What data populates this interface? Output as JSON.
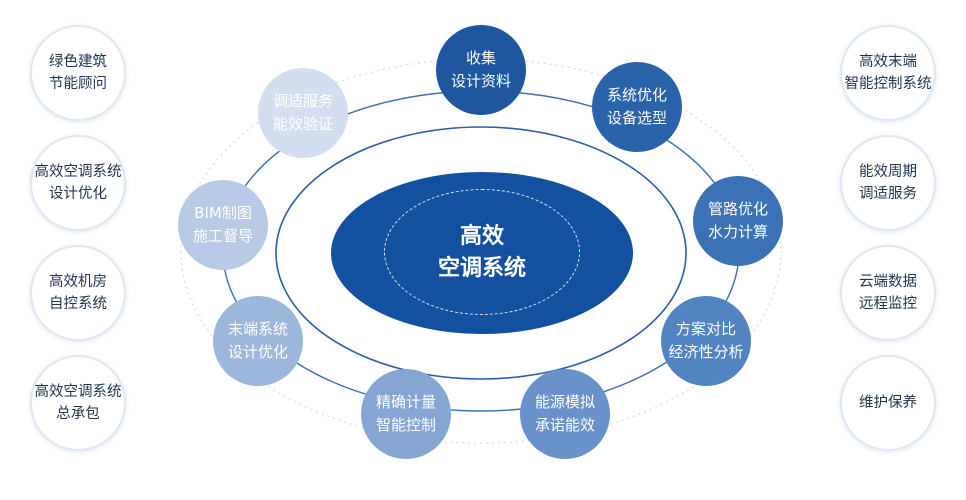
{
  "left_items": [
    {
      "label": "绿色建筑\n节能顾问"
    },
    {
      "label": "高效空调系统\n设计优化"
    },
    {
      "label": "高效机房\n自控系统"
    },
    {
      "label": "高效空调系统\n总承包"
    }
  ],
  "right_items": [
    {
      "label": "高效末端\n智能控制系统"
    },
    {
      "label": "能效周期\n调适服务"
    },
    {
      "label": "云端数据\n远程监控"
    },
    {
      "label": "维护保养"
    }
  ],
  "center_label": "高效\n空调系统",
  "orbit_nodes": [
    {
      "label": "收集\n设计资料",
      "color": "#1e56a0"
    },
    {
      "label": "系统优化\n设备选型",
      "color": "#2a63aa"
    },
    {
      "label": "管路优化\n水力计算",
      "color": "#3b71b5"
    },
    {
      "label": "方案对比\n经济性分析",
      "color": "#5284c2"
    },
    {
      "label": "能源模拟\n承诺能效",
      "color": "#6992cb"
    },
    {
      "label": "精确计量\n智能控制",
      "color": "#85a6d3"
    },
    {
      "label": "末端系统\n设计优化",
      "color": "#9db6dc"
    },
    {
      "label": "BIM制图\n施工督导",
      "color": "#b8cae6"
    },
    {
      "label": "调适服务\n能效验证",
      "color": "#d3dff0"
    }
  ]
}
